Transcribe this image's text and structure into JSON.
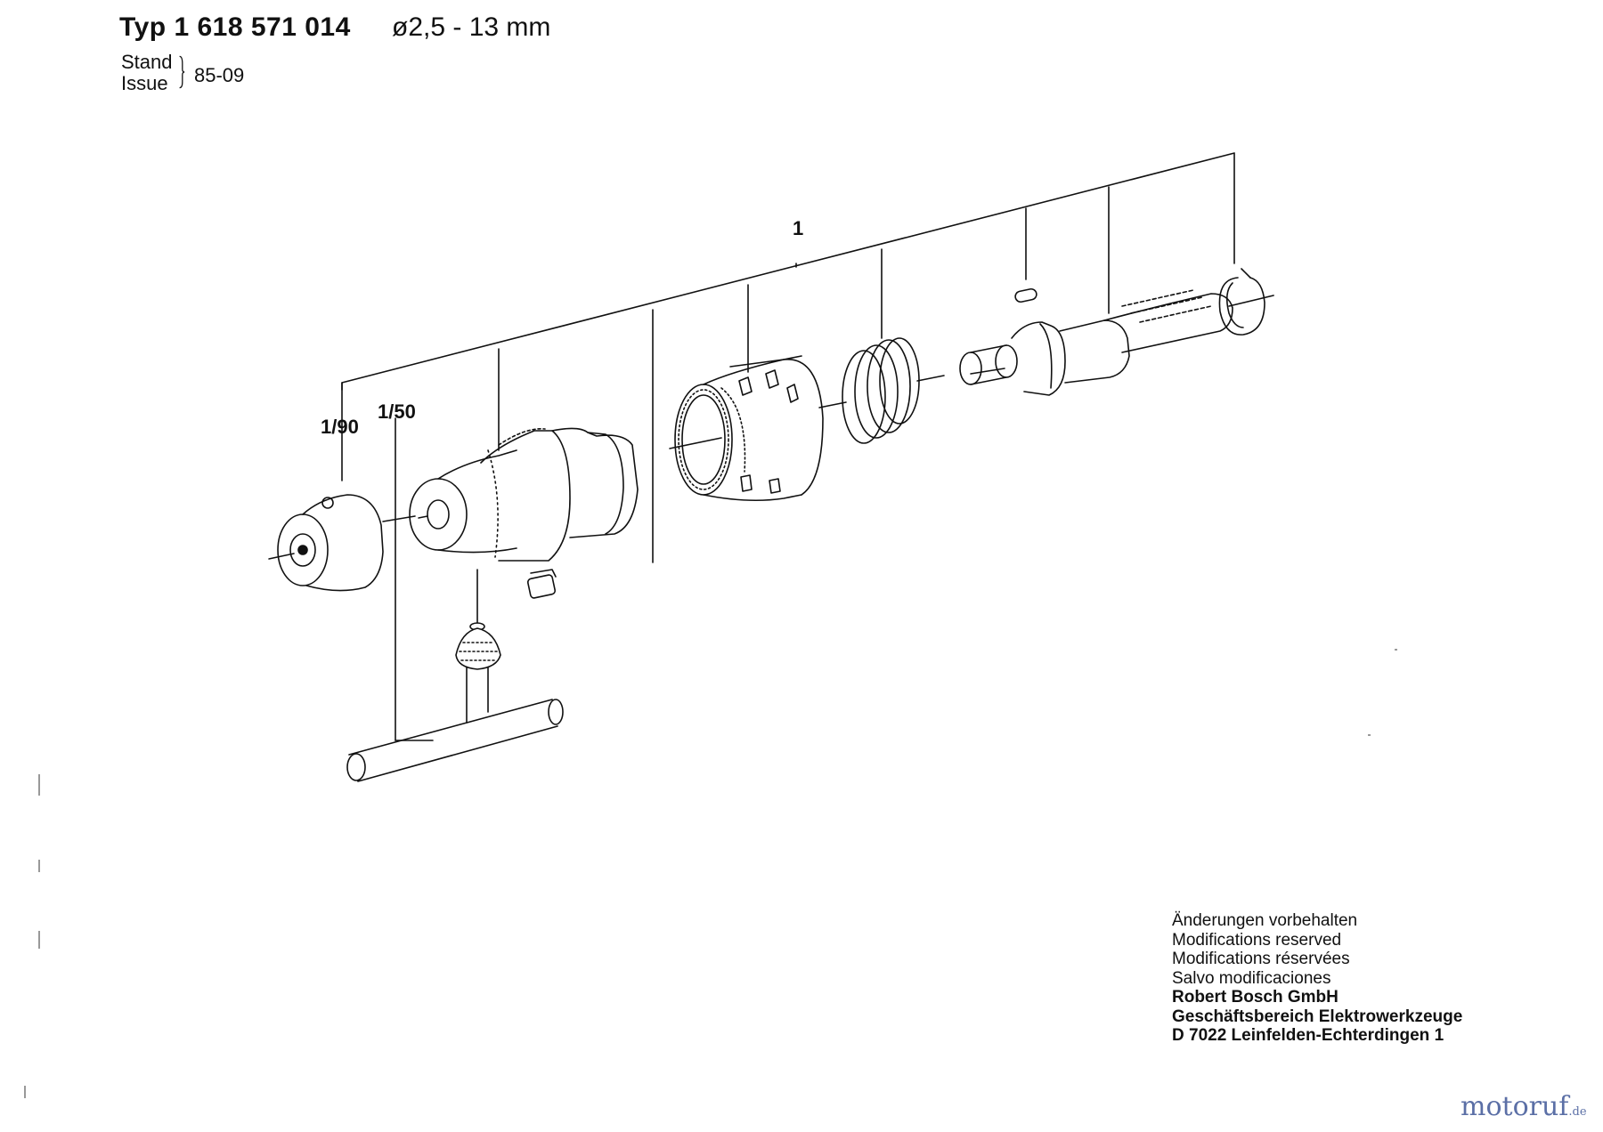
{
  "header": {
    "typ_label": "Typ",
    "typ_number": "1 618 571 014",
    "diameter_range": "ø2,5 - 13 mm",
    "stand_label": "Stand",
    "issue_label": "Issue",
    "issue_date": "85-09"
  },
  "callouts": {
    "assembly": "1",
    "chuck_key": "1/90",
    "chuck": "1/50"
  },
  "notes": {
    "line1": "Änderungen vorbehalten",
    "line2": "Modifications reserved",
    "line3": "Modifications réservées",
    "line4": "Salvo modificaciones",
    "company": "Robert Bosch GmbH",
    "division": "Geschäftsbereich Elektrowerkzeuge",
    "address": "D 7022 Leinfelden-Echterdingen 1"
  },
  "watermark": {
    "name": "motoruf",
    "tld": ".de"
  }
}
